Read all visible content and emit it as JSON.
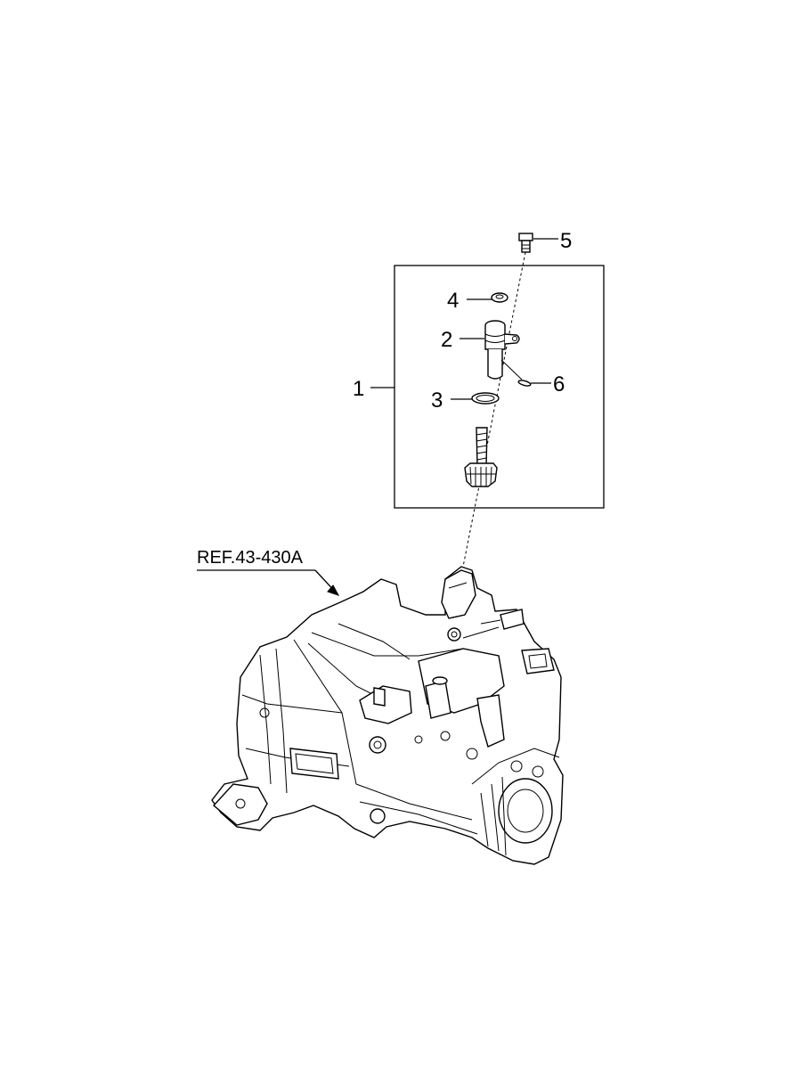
{
  "callouts": [
    {
      "id": "1",
      "label": "1",
      "part": "speedometer-sensor-assembly"
    },
    {
      "id": "2",
      "label": "2",
      "part": "sensor-body"
    },
    {
      "id": "3",
      "label": "3",
      "part": "o-ring-lower"
    },
    {
      "id": "4",
      "label": "4",
      "part": "seal-ring"
    },
    {
      "id": "5",
      "label": "5",
      "part": "bolt"
    },
    {
      "id": "6",
      "label": "6",
      "part": "o-ring-small"
    }
  ],
  "reference": {
    "label": "REF.43-430A"
  },
  "colors": {
    "line": "#000000",
    "background": "#ffffff"
  }
}
